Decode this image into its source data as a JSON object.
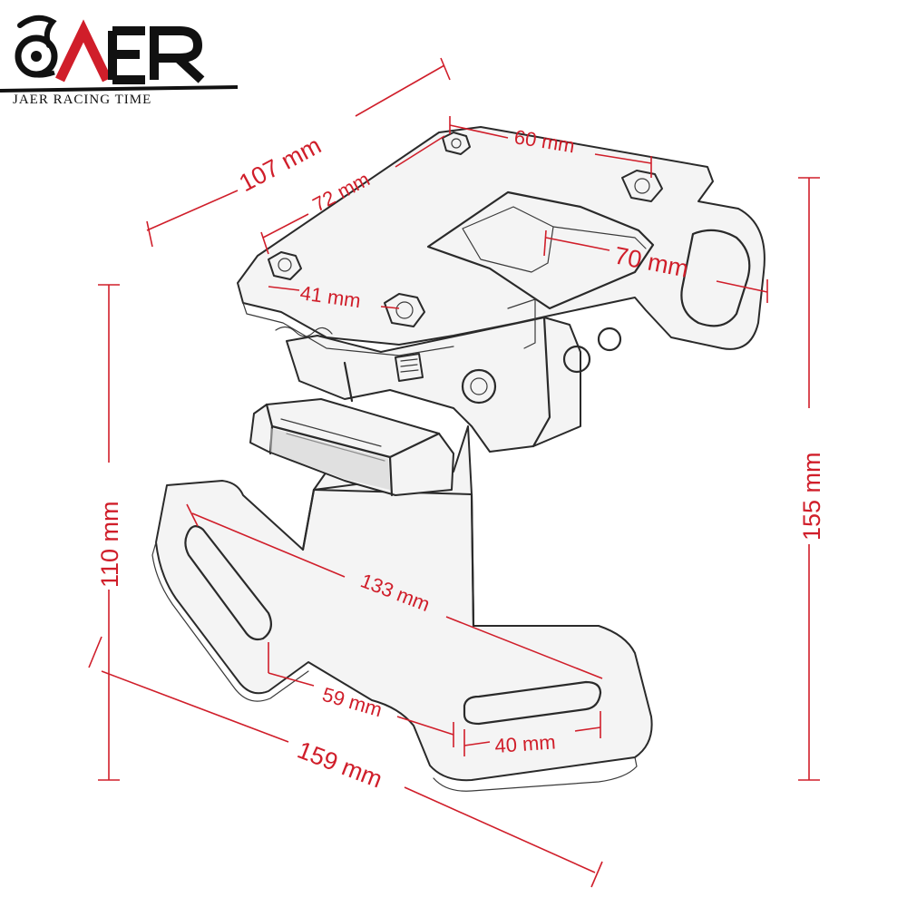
{
  "brand": {
    "name": "JAER",
    "tagline": "JAER RACING TIME",
    "accent_color": "#d01e2a",
    "ink_color": "#111111"
  },
  "product": {
    "icon": "license-plate-bracket-icon"
  },
  "dimensions": {
    "overall_length": "107 mm",
    "top_hole_span_a": "72 mm",
    "top_hole_span_b": "60 mm",
    "bracket_width": "70 mm",
    "front_hole_span": "41 mm",
    "left_height": "110 mm",
    "right_height": "155 mm",
    "slot_diagonal": "133 mm",
    "slot_offset": "59 mm",
    "slot_length": "40 mm",
    "base_width": "159 mm"
  }
}
